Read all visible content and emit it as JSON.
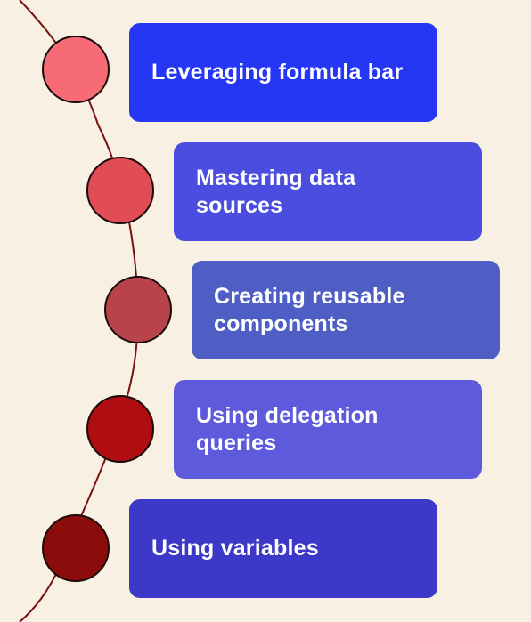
{
  "steps": [
    {
      "label": "Leveraging formula bar",
      "card_color": "#2536f5",
      "node_color": "#f66b75"
    },
    {
      "label": "Mastering data sources",
      "card_color": "#4a4de0",
      "node_color": "#e04d55"
    },
    {
      "label": "Creating reusable components",
      "card_color": "#4f5ec5",
      "node_color": "#b9434a"
    },
    {
      "label": "Using delegation queries",
      "card_color": "#5d5bdc",
      "node_color": "#b00d11"
    },
    {
      "label": "Using variables",
      "card_color": "#3c38c8",
      "node_color": "#8c0c0c"
    }
  ],
  "colors": {
    "background": "#f8f0e2",
    "curve": "#7a1010"
  }
}
